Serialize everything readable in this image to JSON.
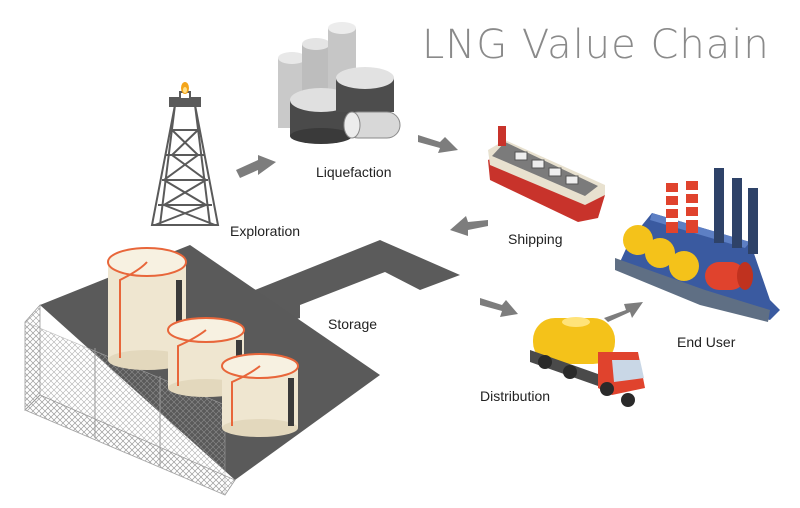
{
  "title": "LNG Value Chain",
  "stages": {
    "exploration": "Exploration",
    "liquefaction": "Liquefaction",
    "shipping": "Shipping",
    "storage": "Storage",
    "distribution": "Distribution",
    "end_user": "End User"
  },
  "colors": {
    "title": "#8a8a8a",
    "arrow": "#7d7d7d",
    "ground": "#5b5b5b",
    "tank_body": "#efe6d0",
    "tank_accent": "#e8663a",
    "ship_hull": "#c8332b",
    "truck_tank": "#f4c21a",
    "truck_cab": "#e0432d",
    "factory": "#3a5aa0"
  }
}
